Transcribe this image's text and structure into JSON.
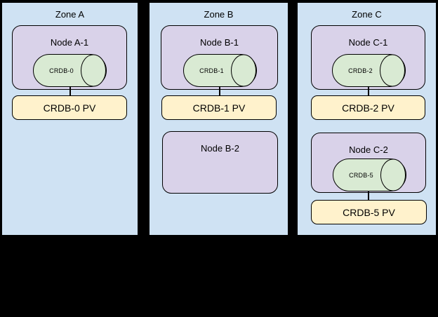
{
  "colors": {
    "background": "#000000",
    "zone_fill": "#cfe2f3",
    "node_fill": "#d9d2e9",
    "cylinder_fill": "#d9ead3",
    "pv_fill": "#fff2cc",
    "border": "#000000"
  },
  "zones": [
    {
      "label": "Zone A",
      "nodes": [
        {
          "label": "Node A-1",
          "pod": "CRDB-0"
        }
      ],
      "pvs": [
        {
          "label": "CRDB-0 PV"
        }
      ]
    },
    {
      "label": "Zone B",
      "nodes": [
        {
          "label": "Node B-1",
          "pod": "CRDB-1"
        },
        {
          "label": "Node B-2"
        }
      ],
      "pvs": [
        {
          "label": "CRDB-1 PV"
        }
      ]
    },
    {
      "label": "Zone C",
      "nodes": [
        {
          "label": "Node C-1",
          "pod": "CRDB-2"
        },
        {
          "label": "Node C-2",
          "pod": "CRDB-5"
        }
      ],
      "pvs": [
        {
          "label": "CRDB-2 PV"
        },
        {
          "label": "CRDB-5 PV"
        }
      ]
    }
  ]
}
